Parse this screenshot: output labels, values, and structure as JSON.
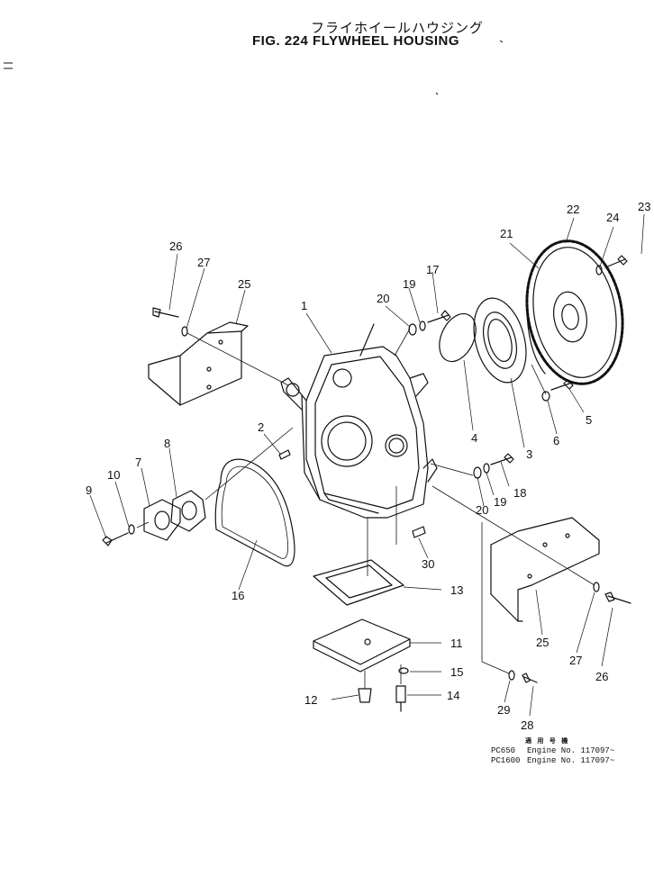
{
  "title_jp": "フライホイールハウジング",
  "title_en": "FIG. 224  FLYWHEEL HOUSING",
  "applicability": {
    "header": "適 用 号 機",
    "rows": [
      {
        "model": "PC650",
        "engine": "Engine No. 117097~"
      },
      {
        "model": "PC1600",
        "engine": "Engine No. 117097~"
      }
    ]
  },
  "callouts": {
    "c1": "1",
    "c2": "2",
    "c3": "3",
    "c4": "4",
    "c5": "5",
    "c6": "6",
    "c7": "7",
    "c8": "8",
    "c9": "9",
    "c10": "10",
    "c11": "11",
    "c12": "12",
    "c13": "13",
    "c14": "14",
    "c15": "15",
    "c16": "16",
    "c17": "17",
    "c18": "18",
    "c19a": "19",
    "c19b": "19",
    "c20a": "20",
    "c20b": "20",
    "c21": "21",
    "c22": "22",
    "c23": "23",
    "c24": "24",
    "c25a": "25",
    "c25b": "25",
    "c26a": "26",
    "c26b": "26",
    "c27a": "27",
    "c27b": "27",
    "c28": "28",
    "c29": "29",
    "c30": "30"
  }
}
